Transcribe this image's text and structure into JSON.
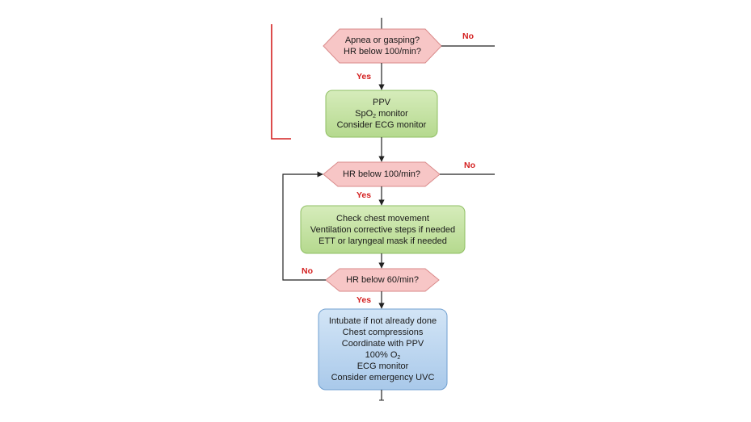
{
  "flowchart": {
    "decision_1": {
      "line1": "Apnea or gasping?",
      "line2": "HR below 100/min?"
    },
    "box_ppv": {
      "line1": "PPV",
      "line2_pre": "SpO",
      "line2_sub": "2",
      "line2_post": " monitor",
      "line3": "Consider ECG monitor"
    },
    "decision_2": {
      "line1": "HR below 100/min?"
    },
    "box_ventilation": {
      "line1": "Check chest movement",
      "line2": "Ventilation corrective steps if needed",
      "line3": "ETT or laryngeal mask if needed"
    },
    "decision_3": {
      "line1": "HR below 60/min?"
    },
    "box_compressions": {
      "line1": "Intubate if not already done",
      "line2": "Chest compressions",
      "line3": "Coordinate with PPV",
      "line4_pre": "100% O",
      "line4_sub": "2",
      "line5": "ECG monitor",
      "line6": "Consider emergency UVC"
    },
    "labels": {
      "yes": "Yes",
      "no": "No"
    }
  },
  "colors": {
    "decision_fill": "#f7c6c6",
    "decision_stroke": "#d98a8a",
    "green_fill": "#c6e3a6",
    "green_stroke": "#8fbf63",
    "blue_fill": "#bcd6f0",
    "blue_stroke": "#6f9fd0",
    "red_accent": "#d42020",
    "line": "#222222"
  }
}
